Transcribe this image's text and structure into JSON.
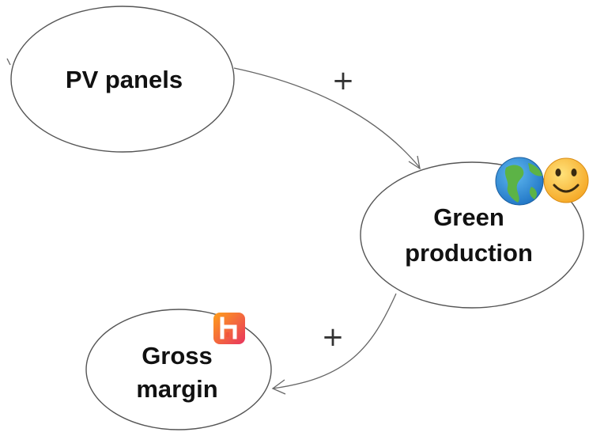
{
  "nodes": {
    "pv_panels": {
      "label": "PV panels"
    },
    "green_production": {
      "label_line1": "Green",
      "label_line2": "production"
    },
    "gross_margin": {
      "label_line1": "Gross",
      "label_line2": "margin"
    }
  },
  "edges": {
    "pv_to_green": {
      "polarity": "+"
    },
    "green_to_gross": {
      "polarity": "+"
    }
  },
  "badges": {
    "globe": {
      "icon": "globe-icon",
      "color": "#2f8fd6"
    },
    "smiley": {
      "icon": "smiley-icon",
      "color": "#f6b91d"
    },
    "hobby": {
      "icon": "h-app-icon",
      "color": "#f2563b"
    }
  }
}
